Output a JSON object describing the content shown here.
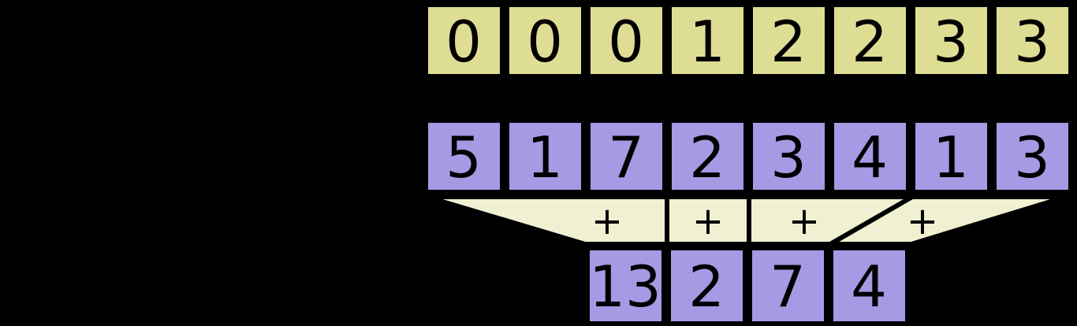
{
  "diagram": {
    "title": "segmented-reduction-diagram",
    "background_color": "#000000",
    "colors": {
      "segment_row": "#DEDD94",
      "value_row": "#A49BE4",
      "result_row": "#A49BE4",
      "connector_band": "#F0F0D2",
      "outline": "#000000",
      "text": "#000000"
    },
    "rows": {
      "segment_ids": {
        "name": "segment-id-row",
        "color": "#DEDD94",
        "cells": [
          "0",
          "0",
          "0",
          "1",
          "2",
          "2",
          "3",
          "3"
        ]
      },
      "values": {
        "name": "value-row",
        "color": "#A49BE4",
        "cells": [
          "5",
          "1",
          "7",
          "2",
          "3",
          "4",
          "1",
          "3"
        ]
      },
      "results": {
        "name": "result-row",
        "color": "#A49BE4",
        "cells": [
          "13",
          "2",
          "7",
          "4"
        ]
      }
    },
    "connector": {
      "name": "reduction-band",
      "color": "#F0F0D2",
      "operators": [
        "+",
        "+",
        "+",
        "+"
      ]
    }
  }
}
